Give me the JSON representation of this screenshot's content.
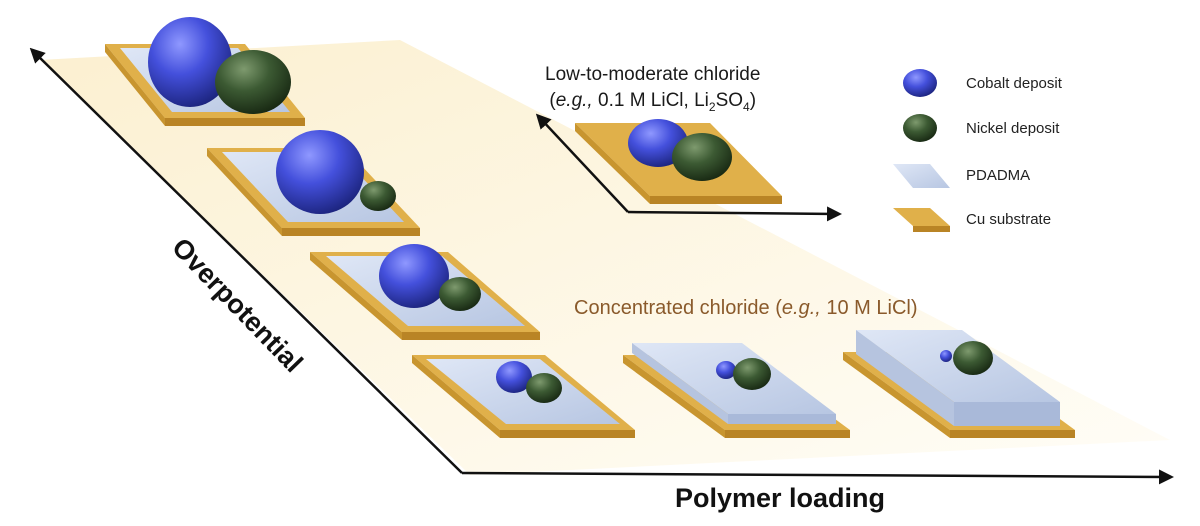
{
  "axes": {
    "x_label": "Polymer loading",
    "y_label": "Overpotential"
  },
  "inset": {
    "title_line1": "Low-to-moderate chloride",
    "title_line2_prefix": "(",
    "title_line2_eg": "e.g.,",
    "title_line2_mid": " 0.1 M LiCl, Li",
    "title_line2_sub1": "2",
    "title_line2_so": "SO",
    "title_line2_sub2": "4",
    "title_line2_suffix": ")"
  },
  "concentrated": {
    "prefix": "Concentrated chloride (",
    "eg": "e.g.,",
    "suffix": " 10 M LiCl)"
  },
  "legend": [
    {
      "label": "Cobalt deposit",
      "swatch": "cobalt-deposit-icon"
    },
    {
      "label": "Nickel deposit",
      "swatch": "nickel-deposit-icon"
    },
    {
      "label": "PDADMA",
      "swatch": "pdadma-layer-icon"
    },
    {
      "label": "Cu substrate",
      "swatch": "cu-substrate-icon"
    }
  ],
  "colors": {
    "cobalt": "#3b48d6",
    "nickel": "#3c5a33",
    "pdadma": "#c6d3ea",
    "cu": "#e0b04a",
    "concentrated_text": "#8a5a2b"
  }
}
